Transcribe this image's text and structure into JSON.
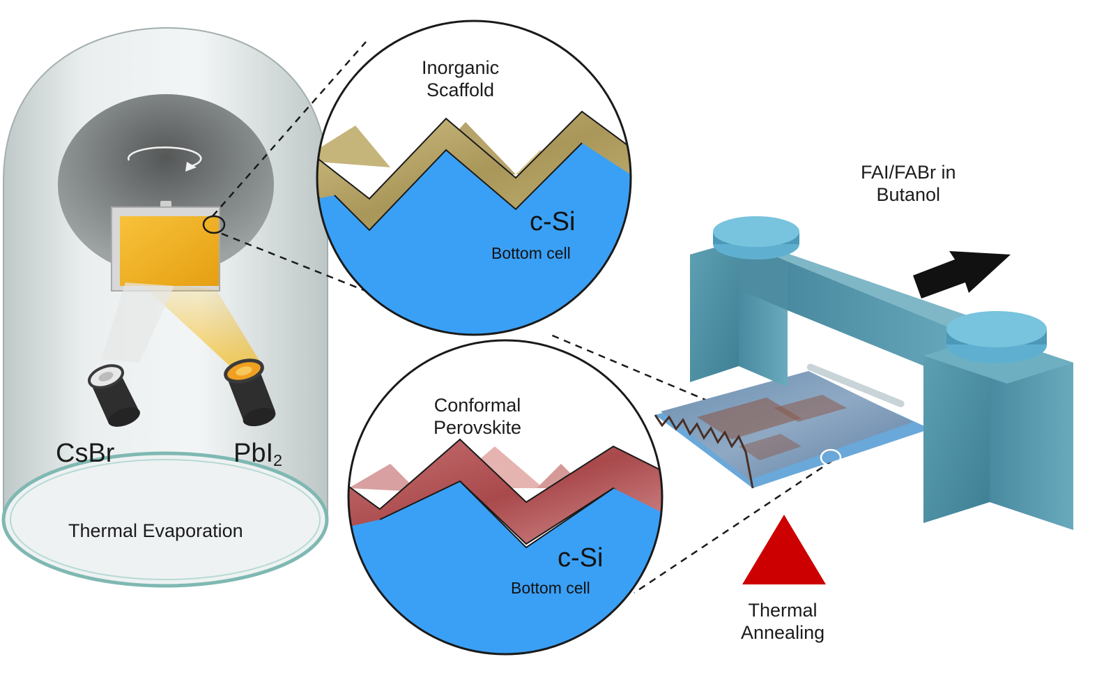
{
  "evaporation": {
    "source_left": "CsBr",
    "source_right_base": "PbI",
    "source_right_sub": "2",
    "process": "Thermal Evaporation"
  },
  "top_zoom": {
    "layer_line1": "Inorganic",
    "layer_line2": "Scaffold",
    "substrate": "c-Si",
    "substrate_sub": "Bottom cell"
  },
  "bottom_zoom": {
    "layer_line1": "Conformal",
    "layer_line2": "Perovskite",
    "substrate": "c-Si",
    "substrate_sub": "Bottom cell"
  },
  "coating": {
    "solution_line1": "FAI/FABr in",
    "solution_line2": "Butanol"
  },
  "annealing": {
    "line1": "Thermal",
    "line2": "Annealing"
  },
  "colors": {
    "silicon": "#3aa0f5",
    "scaffold": "#b8a66a",
    "perovskite": "#b5585a",
    "annealing_triangle": "#cc0000",
    "film": "#f2b21f",
    "coater": "#4a8fa6"
  }
}
